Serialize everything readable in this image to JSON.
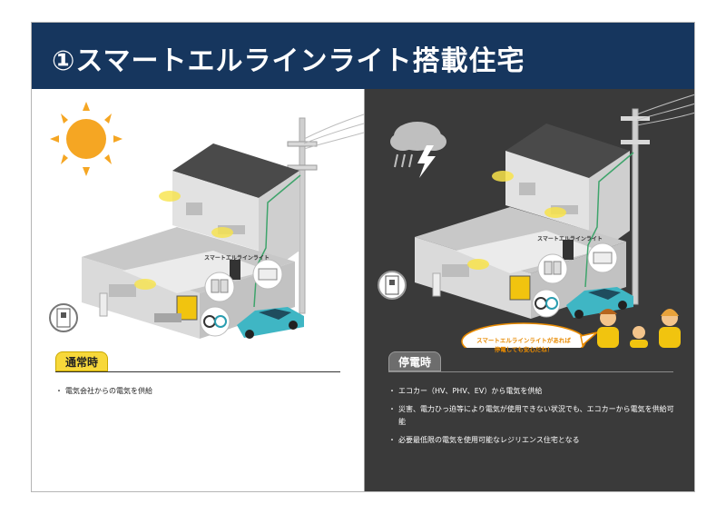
{
  "title": "①スマートエルラインライト搭載住宅",
  "left": {
    "badge": "通常時",
    "house_label": "スマートエルラインライト",
    "bullets": [
      "電気会社からの電気を供給"
    ],
    "icons": [
      "sun-icon",
      "house-illustration",
      "car-icon",
      "charger-icon",
      "meter-icon",
      "switch-icon"
    ]
  },
  "right": {
    "badge": "停電時",
    "house_label": "スマートエルラインライト",
    "callout_line1": "スマートエルラインライトがあれば",
    "callout_line2": "停電しても安心だね！",
    "bullets": [
      "エコカー（HV、PHV、EV）から電気を供給",
      "災害、電力ひっ迫等により電気が使用できない状況でも、エコカーから電気を供給可能",
      "必要最低限の電気を使用可能なレジリエンス住宅となる"
    ],
    "icons": [
      "thunderstorm-icon",
      "house-illustration",
      "car-icon",
      "charger-icon",
      "family-illustration"
    ]
  },
  "colors": {
    "header": "#16365e",
    "normal_badge": "#f7d83a",
    "dark_panel": "#3a3a3a",
    "car": "#3fb6c4",
    "sun": "#f5a623",
    "light_glow": "#f8e34a"
  }
}
